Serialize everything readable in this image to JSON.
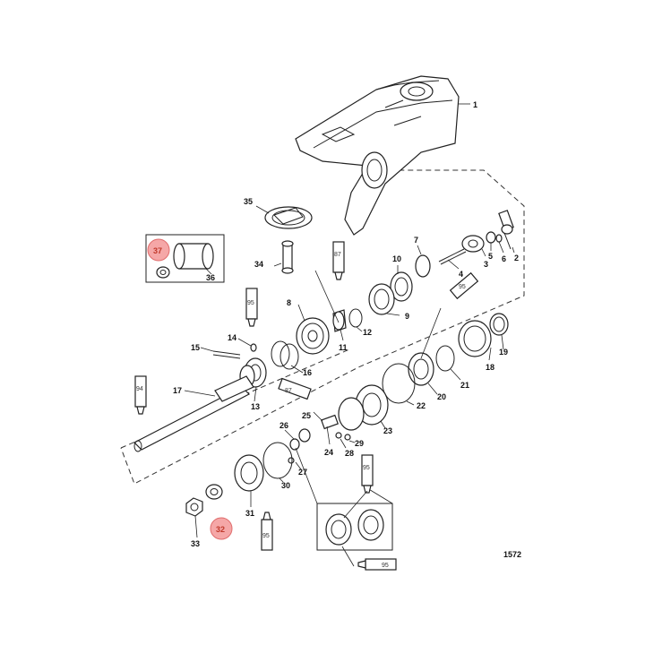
{
  "diagram": {
    "figure_number": "1572",
    "callouts": [
      {
        "id": "p1",
        "label": "1"
      },
      {
        "id": "p2",
        "label": "2"
      },
      {
        "id": "p3",
        "label": "3"
      },
      {
        "id": "p4",
        "label": "4"
      },
      {
        "id": "p5",
        "label": "5"
      },
      {
        "id": "p6",
        "label": "6"
      },
      {
        "id": "p7",
        "label": "7"
      },
      {
        "id": "p8",
        "label": "8"
      },
      {
        "id": "p9",
        "label": "9"
      },
      {
        "id": "p10",
        "label": "10"
      },
      {
        "id": "p11",
        "label": "11"
      },
      {
        "id": "p12",
        "label": "12"
      },
      {
        "id": "p13",
        "label": "13"
      },
      {
        "id": "p14",
        "label": "14"
      },
      {
        "id": "p15",
        "label": "15"
      },
      {
        "id": "p16",
        "label": "16"
      },
      {
        "id": "p17",
        "label": "17"
      },
      {
        "id": "p18",
        "label": "18"
      },
      {
        "id": "p19",
        "label": "19"
      },
      {
        "id": "p20",
        "label": "20"
      },
      {
        "id": "p21",
        "label": "21"
      },
      {
        "id": "p22",
        "label": "22"
      },
      {
        "id": "p23",
        "label": "23"
      },
      {
        "id": "p24",
        "label": "24"
      },
      {
        "id": "p25",
        "label": "25"
      },
      {
        "id": "p26",
        "label": "26"
      },
      {
        "id": "p27",
        "label": "27"
      },
      {
        "id": "p28",
        "label": "28"
      },
      {
        "id": "p29",
        "label": "29"
      },
      {
        "id": "p30",
        "label": "30"
      },
      {
        "id": "p31",
        "label": "31"
      },
      {
        "id": "p33",
        "label": "33"
      },
      {
        "id": "p34",
        "label": "34"
      },
      {
        "id": "p35",
        "label": "35"
      },
      {
        "id": "p36",
        "label": "36"
      }
    ],
    "highlighted": [
      {
        "id": "p37",
        "label": "37"
      },
      {
        "id": "p32",
        "label": "32"
      }
    ],
    "lubricant_tubes": [
      {
        "id": "t87a",
        "label": "87"
      },
      {
        "id": "t95a",
        "label": "95"
      },
      {
        "id": "t94",
        "label": "94"
      },
      {
        "id": "t87b",
        "label": "87"
      },
      {
        "id": "t95b",
        "label": "95"
      },
      {
        "id": "t95c",
        "label": "95"
      },
      {
        "id": "t95d",
        "label": "95"
      },
      {
        "id": "t95e",
        "label": "95"
      }
    ],
    "highlight_color": "#f5a7a7"
  }
}
